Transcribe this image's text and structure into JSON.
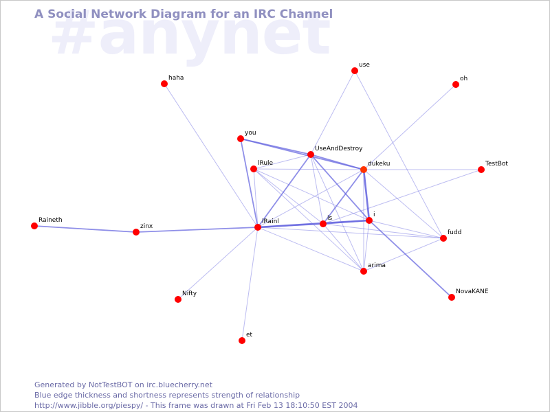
{
  "title": "A Social Network Diagram for an IRC Channel",
  "channel_watermark": "#anynet",
  "colors": {
    "title": "#9090c0",
    "watermark": "#eeeefa",
    "edge": "#6a6ae0",
    "node": "#ff0000",
    "footer": "#6a6aa6"
  },
  "nodes": [
    {
      "id": "haha",
      "label": "haha"
    },
    {
      "id": "use",
      "label": "use"
    },
    {
      "id": "oh",
      "label": "oh"
    },
    {
      "id": "you",
      "label": "you"
    },
    {
      "id": "UseAndDestroy",
      "label": "UseAndDestroy"
    },
    {
      "id": "IRule",
      "label": "lRule"
    },
    {
      "id": "dukeku",
      "label": "dukeku"
    },
    {
      "id": "TestBot",
      "label": "TestBot"
    },
    {
      "id": "Raineth",
      "label": "Raineth"
    },
    {
      "id": "zinx",
      "label": "zinx"
    },
    {
      "id": "IRainI",
      "label": "lRainl"
    },
    {
      "id": "is",
      "label": "is"
    },
    {
      "id": "i",
      "label": "i"
    },
    {
      "id": "fudd",
      "label": "fudd"
    },
    {
      "id": "arima",
      "label": "arima"
    },
    {
      "id": "Nifty",
      "label": "Nifty"
    },
    {
      "id": "NovaKANE",
      "label": "NovaKANE"
    },
    {
      "id": "et",
      "label": "et"
    }
  ],
  "edges": [
    {
      "source": "haha",
      "target": "IRainI",
      "strength": 1
    },
    {
      "source": "use",
      "target": "UseAndDestroy",
      "strength": 1
    },
    {
      "source": "use",
      "target": "fudd",
      "strength": 1
    },
    {
      "source": "oh",
      "target": "dukeku",
      "strength": 1
    },
    {
      "source": "you",
      "target": "IRainI",
      "strength": 2
    },
    {
      "source": "you",
      "target": "UseAndDestroy",
      "strength": 2
    },
    {
      "source": "you",
      "target": "dukeku",
      "strength": 2
    },
    {
      "source": "UseAndDestroy",
      "target": "IRule",
      "strength": 1
    },
    {
      "source": "UseAndDestroy",
      "target": "dukeku",
      "strength": 2
    },
    {
      "source": "UseAndDestroy",
      "target": "IRainI",
      "strength": 2
    },
    {
      "source": "UseAndDestroy",
      "target": "is",
      "strength": 1
    },
    {
      "source": "UseAndDestroy",
      "target": "i",
      "strength": 2
    },
    {
      "source": "UseAndDestroy",
      "target": "arima",
      "strength": 1
    },
    {
      "source": "IRule",
      "target": "dukeku",
      "strength": 1
    },
    {
      "source": "IRule",
      "target": "is",
      "strength": 1
    },
    {
      "source": "IRule",
      "target": "i",
      "strength": 1
    },
    {
      "source": "IRule",
      "target": "arima",
      "strength": 1
    },
    {
      "source": "dukeku",
      "target": "TestBot",
      "strength": 1
    },
    {
      "source": "dukeku",
      "target": "IRainI",
      "strength": 1
    },
    {
      "source": "dukeku",
      "target": "is",
      "strength": 2
    },
    {
      "source": "dukeku",
      "target": "i",
      "strength": 3
    },
    {
      "source": "dukeku",
      "target": "fudd",
      "strength": 1
    },
    {
      "source": "dukeku",
      "target": "arima",
      "strength": 1
    },
    {
      "source": "TestBot",
      "target": "is",
      "strength": 1
    },
    {
      "source": "Raineth",
      "target": "zinx",
      "strength": 2
    },
    {
      "source": "zinx",
      "target": "IRainI",
      "strength": 2
    },
    {
      "source": "IRainI",
      "target": "is",
      "strength": 2
    },
    {
      "source": "IRainI",
      "target": "i",
      "strength": 3
    },
    {
      "source": "IRainI",
      "target": "arima",
      "strength": 1
    },
    {
      "source": "IRainI",
      "target": "Nifty",
      "strength": 1
    },
    {
      "source": "IRainI",
      "target": "et",
      "strength": 1
    },
    {
      "source": "IRainI",
      "target": "fudd",
      "strength": 1
    },
    {
      "source": "IRainI",
      "target": "IRule",
      "strength": 1
    },
    {
      "source": "is",
      "target": "i",
      "strength": 2
    },
    {
      "source": "is",
      "target": "arima",
      "strength": 1
    },
    {
      "source": "is",
      "target": "fudd",
      "strength": 1
    },
    {
      "source": "i",
      "target": "arima",
      "strength": 1
    },
    {
      "source": "i",
      "target": "fudd",
      "strength": 1
    },
    {
      "source": "i",
      "target": "NovaKANE",
      "strength": 2
    },
    {
      "source": "arima",
      "target": "fudd",
      "strength": 1
    }
  ],
  "footer": {
    "line1": "Generated by NotTestBOT on irc.bluecherry.net",
    "line2": "Blue edge thickness and shortness represents strength of relationship",
    "line3": "http://www.jibble.org/piespy/ - This frame was drawn at Fri Feb 13 18:10:50 EST 2004"
  }
}
